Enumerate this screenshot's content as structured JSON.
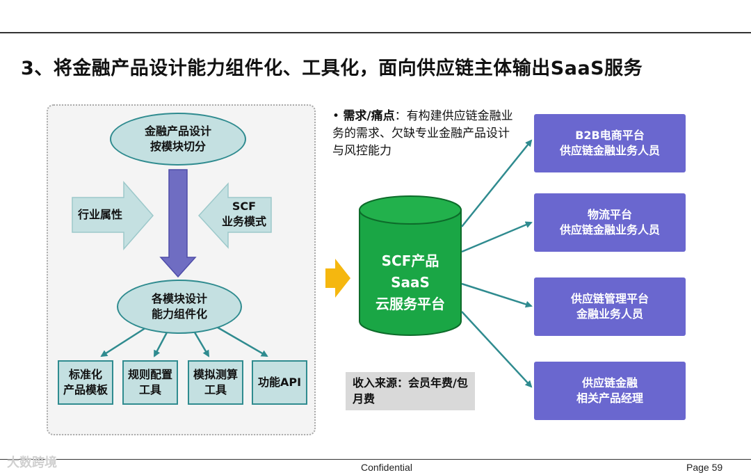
{
  "title": "3、将金融产品设计能力组件化、工具化，面向供应链主体输出SaaS服务",
  "left_panel": {
    "top_ellipse": [
      "金融产品设计",
      "按模块切分"
    ],
    "left_arrow": "行业属性",
    "right_arrow": [
      "SCF",
      "业务模式"
    ],
    "mid_ellipse": [
      "各模块设计",
      "能力组件化"
    ],
    "tools": [
      [
        "标准化",
        "产品模板"
      ],
      [
        "规则配置",
        "工具"
      ],
      [
        "模拟测算",
        "工具"
      ],
      [
        "功能API"
      ]
    ]
  },
  "need": {
    "bullet": "•",
    "label": "需求/痛点",
    "text": "：有构建供应链金融业务的需求、欠缺专业金融产品设计与风控能力"
  },
  "cylinder": [
    "SCF产品",
    "SaaS",
    "云服务平台"
  ],
  "income": "收入来源：会员年费/包月费",
  "platforms": [
    [
      "B2B电商平台",
      "供应链金融业务人员"
    ],
    [
      "物流平台",
      "供应链金融业务人员"
    ],
    [
      "供应链管理平台",
      "金融业务人员"
    ],
    [
      "供应链金融",
      "相关产品经理"
    ]
  ],
  "footer": {
    "center": "Confidential",
    "page": "Page 59",
    "watermark": "大数跨境"
  },
  "colors": {
    "teal": "#2f8b8f",
    "light_teal": "#c4e0e1",
    "purple_arrow": "#6f6dc2",
    "green_cylinder": "#1aa645",
    "platform_box": "#6a67cf",
    "yellow_arrow": "#f5b70f"
  }
}
